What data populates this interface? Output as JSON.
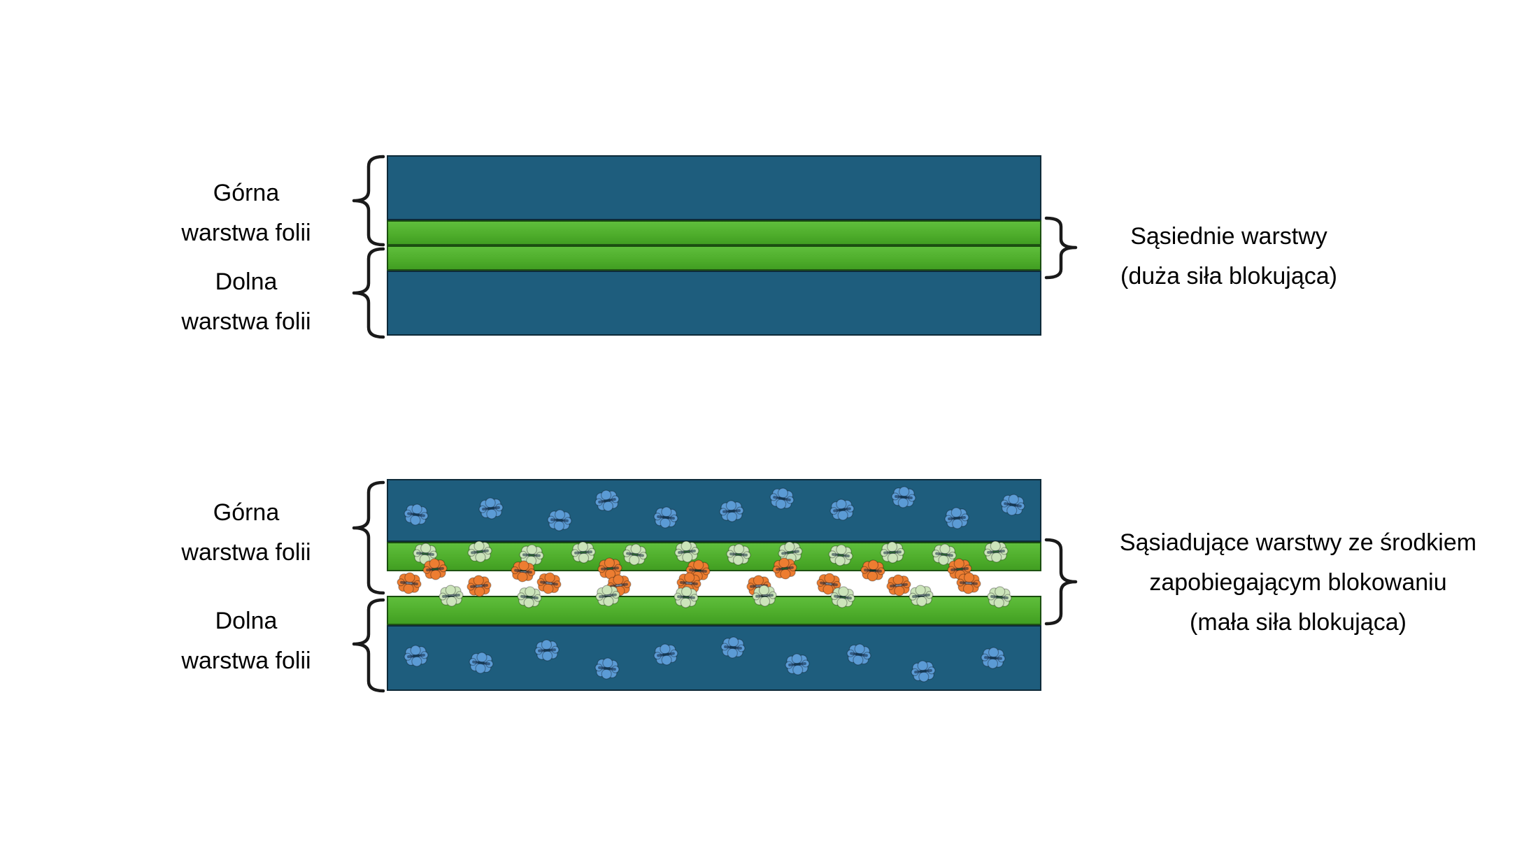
{
  "top_figure": {
    "upper_label": [
      "Górna",
      "warstwa folii"
    ],
    "lower_label": [
      "Dolna",
      "warstwa folii"
    ],
    "right_label": [
      "Sąsiednie warstwy",
      "(duża siła blokująca)"
    ]
  },
  "bottom_figure": {
    "upper_label": [
      "Górna",
      "warstwa folii"
    ],
    "lower_label": [
      "Dolna",
      "warstwa folii"
    ],
    "right_label": [
      "Sąsiadujące warstwy ze środkiem",
      "zapobiegającym blokowaniu",
      "(mała siła blokująca)"
    ]
  },
  "colors": {
    "film_blue": "#1e5d7d",
    "film_green": "#4fae2c",
    "particle_blue": "#5b9bd5",
    "particle_orange": "#ed7d31",
    "particle_green": "#cbe4ba",
    "outline": "#1a1a1a",
    "background": "#ffffff"
  }
}
